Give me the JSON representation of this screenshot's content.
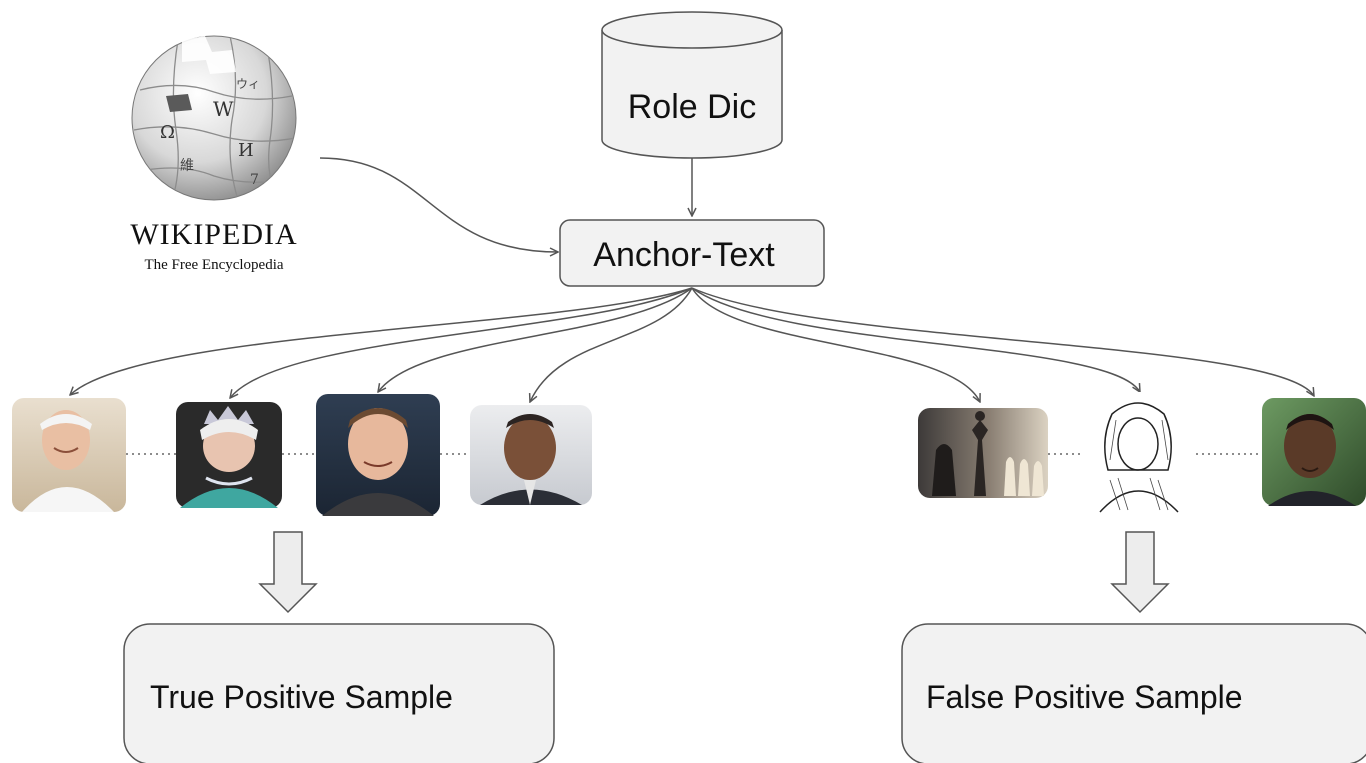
{
  "wikipedia": {
    "wordmark": "WIKIPEDIA",
    "tagline": "The Free Encyclopedia"
  },
  "role_dictionary": {
    "label": "Role Dic"
  },
  "anchor_text": {
    "label": "Anchor-Text"
  },
  "samples": {
    "true_positive": "True Positive Sample",
    "false_positive": "False Positive Sample"
  },
  "images": {
    "left_group": [
      "person-photo-1",
      "person-photo-2",
      "person-photo-3",
      "person-photo-4"
    ],
    "right_group": [
      "chess-pieces-photo",
      "engraved-portrait",
      "person-photo-5"
    ]
  },
  "colors": {
    "box_fill": "#f2f2f2",
    "stroke": "#555555",
    "arrow_fill": "#ededed"
  }
}
